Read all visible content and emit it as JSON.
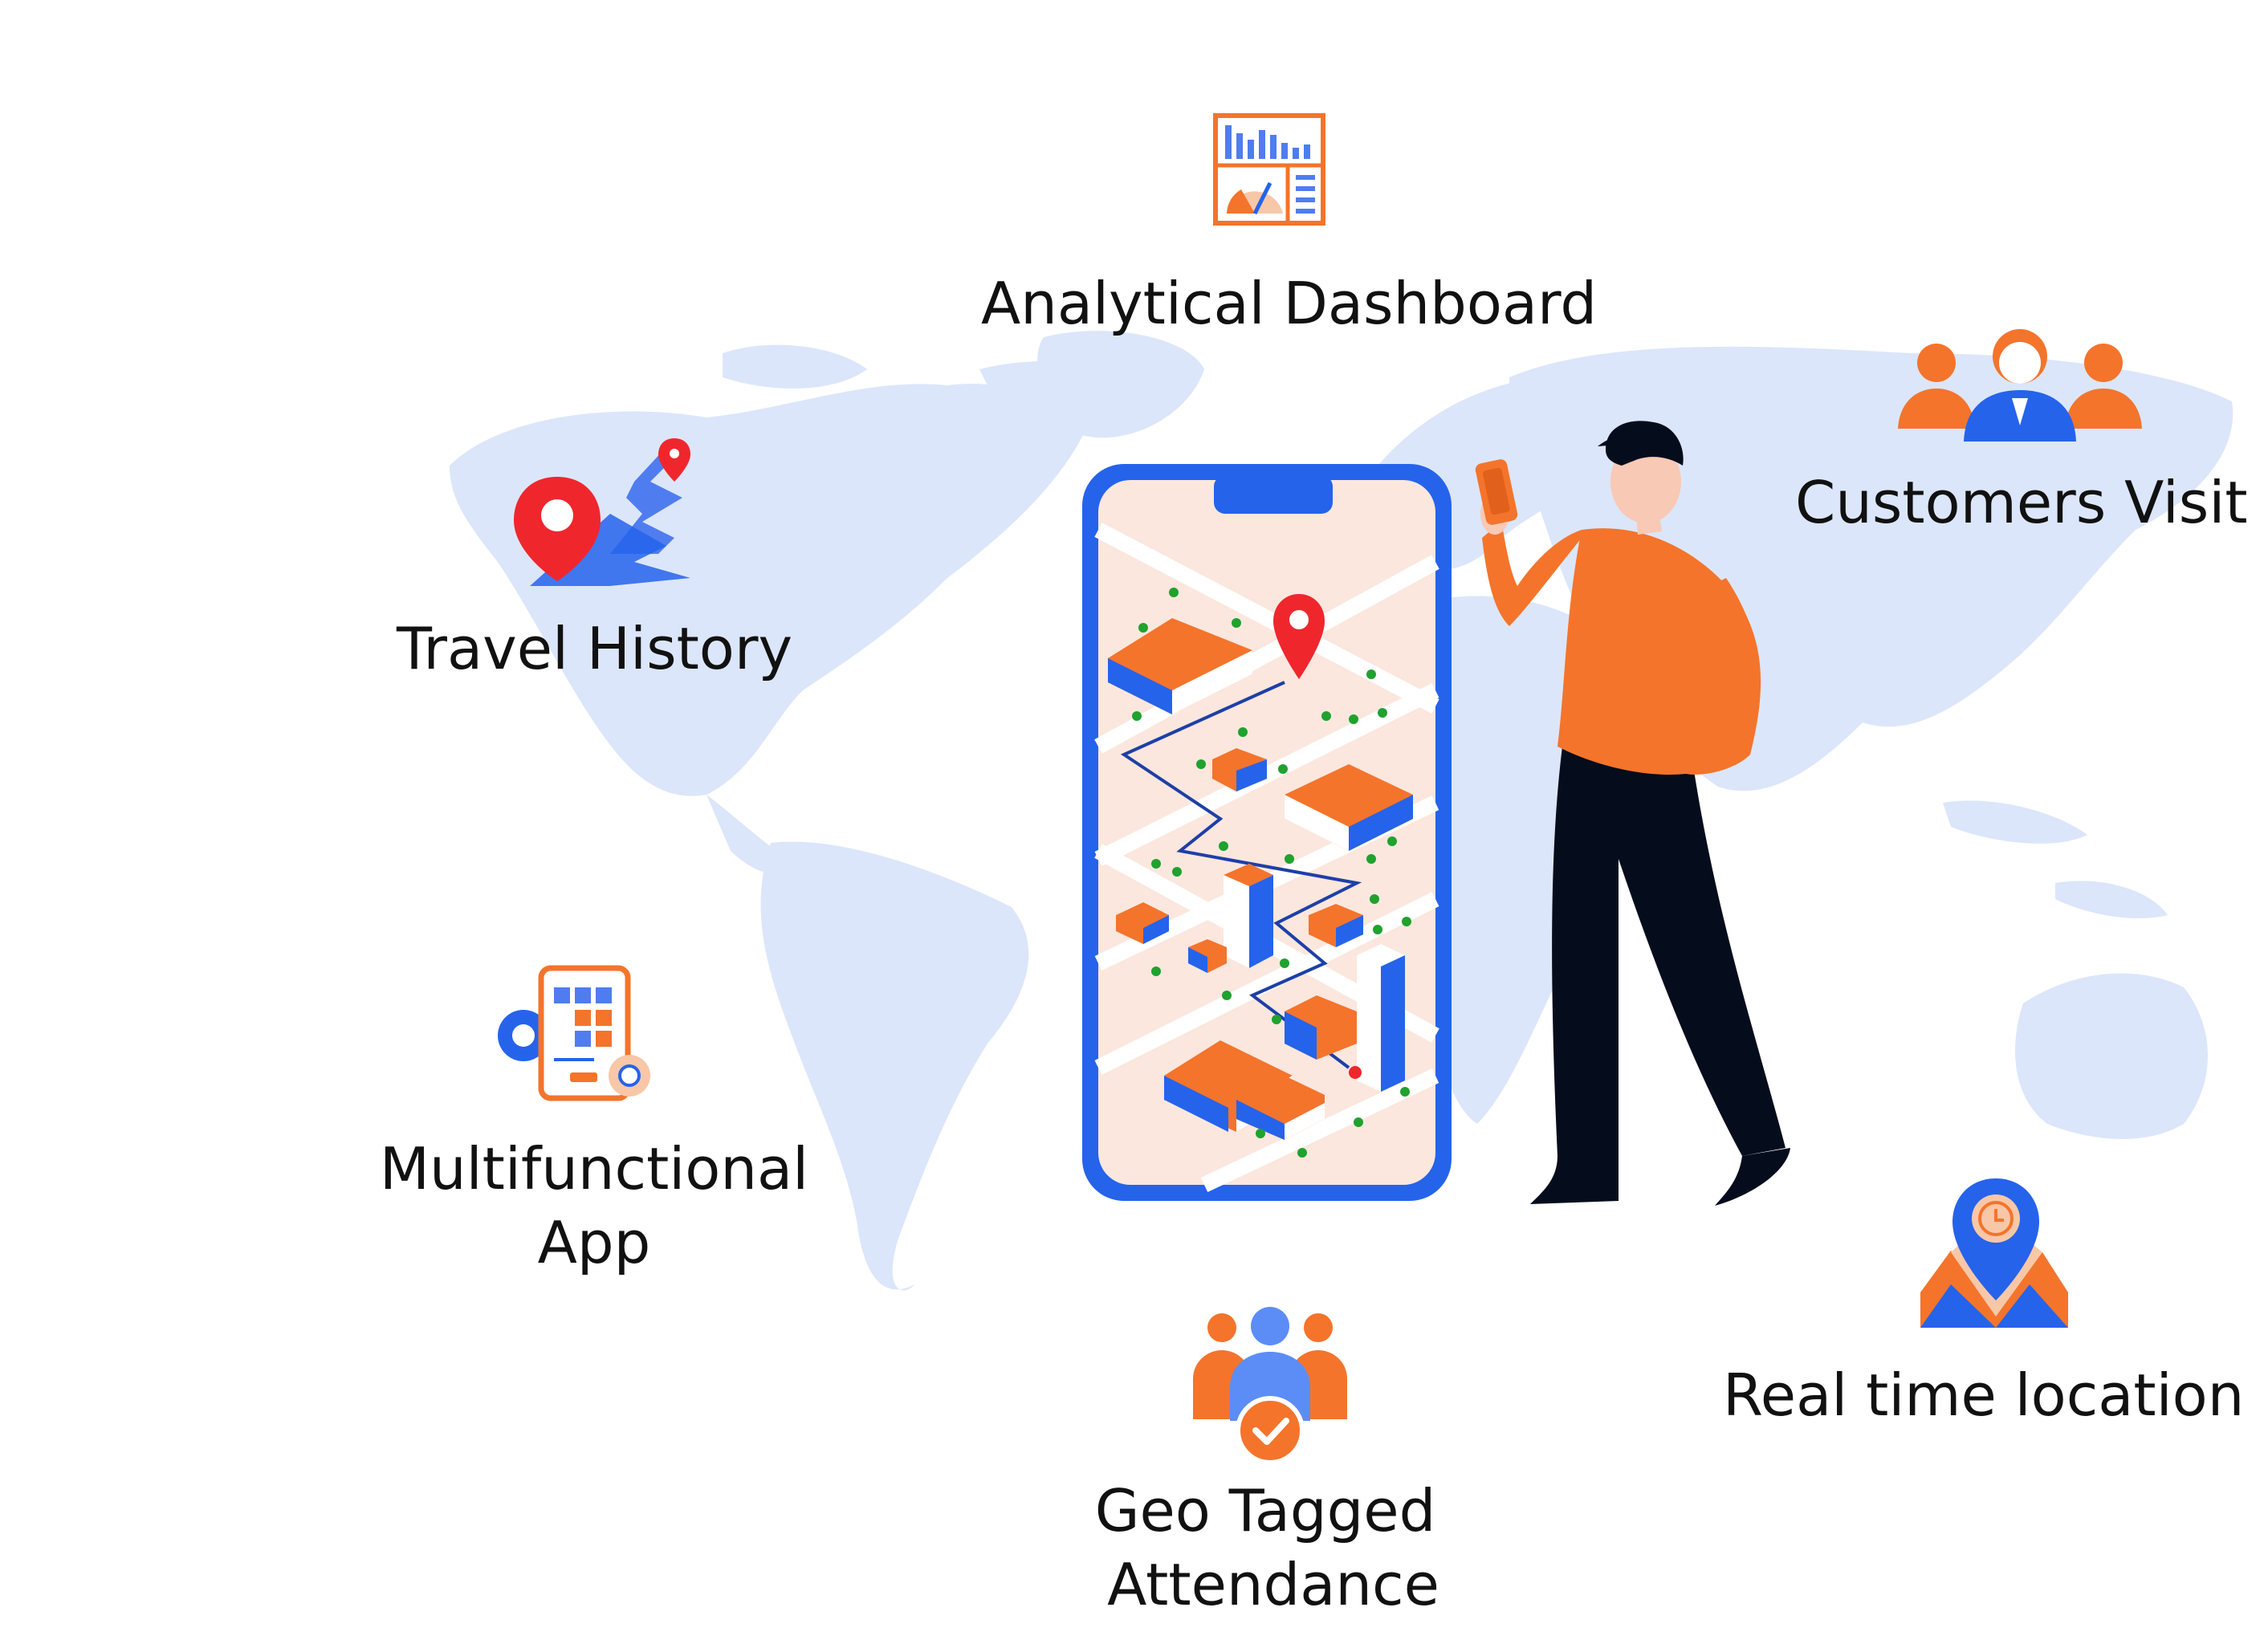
{
  "features": {
    "analytical_dashboard": {
      "label": "Analytical Dashboard",
      "icon": "dashboard-chart-icon"
    },
    "customers_visit": {
      "label": "Customers Visit",
      "icon": "customers-group-icon"
    },
    "travel_history": {
      "label": "Travel History",
      "icon": "route-pin-icon"
    },
    "multifunctional_app": {
      "label_line1": "Multifunctional",
      "label_line2": "App",
      "icon": "mobile-app-gear-icon"
    },
    "geo_tagged_attendance": {
      "label_line1": "Geo Tagged",
      "label_line2": "Attendance",
      "icon": "team-check-icon"
    },
    "real_time_location": {
      "label": "Real time location",
      "icon": "map-pin-clock-icon"
    }
  },
  "illustration": {
    "phone": "phone-map-illustration",
    "person": "person-holding-phone-illustration",
    "map": "world-map-background"
  },
  "colors": {
    "accent_orange": "#F4742B",
    "accent_blue": "#2563EB",
    "map_blue": "#DCE6FA",
    "pin_red": "#F0262D",
    "screen_bg": "#FBE7DE",
    "text": "#111111"
  }
}
